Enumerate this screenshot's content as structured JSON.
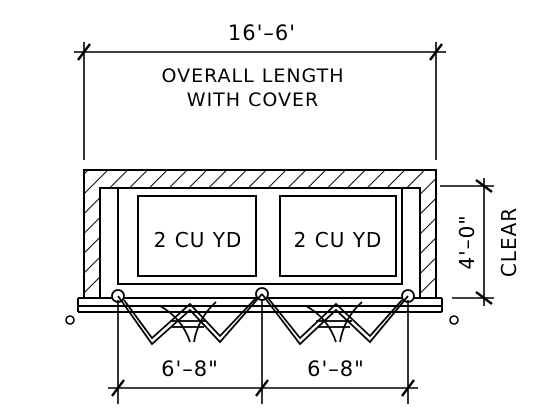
{
  "overall": {
    "dimension": "16'–6'",
    "caption_line1": "OVERALL LENGTH",
    "caption_line2": "WITH COVER"
  },
  "bins": [
    {
      "label": "2 CU YD"
    },
    {
      "label": "2 CU YD"
    }
  ],
  "gates": {
    "left_width": "6'–8\"",
    "right_width": "6'–8\""
  },
  "clear": {
    "dimension": "4'–0\"",
    "label": "CLEAR"
  }
}
